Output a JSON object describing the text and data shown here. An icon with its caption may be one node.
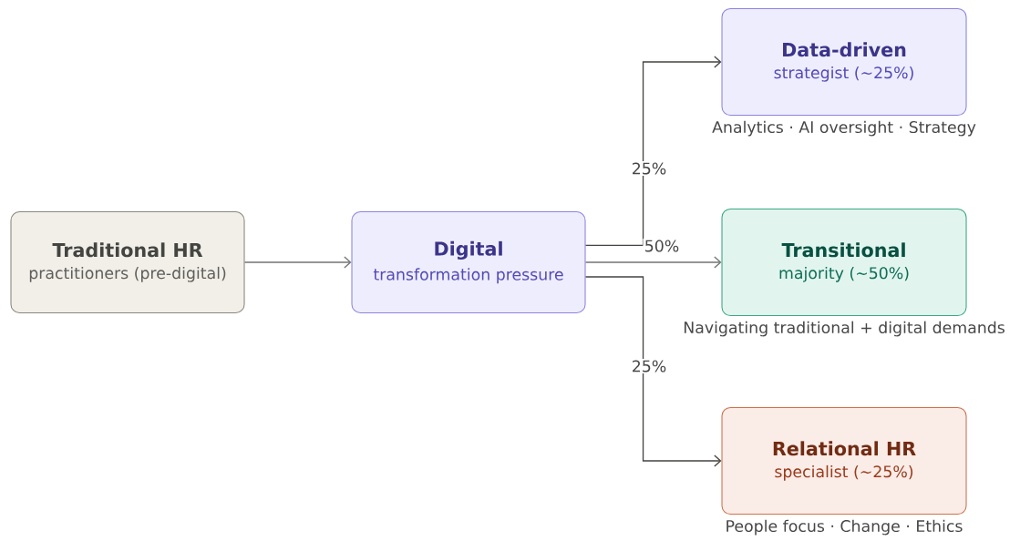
{
  "diagram": {
    "nodes": [
      {
        "text": [
          "Traditional HR",
          "practitioners (pre-digital)"
        ]
      },
      {
        "text": [
          "Digital",
          "transformation pressure"
        ]
      },
      {
        "text": [
          "Data-driven",
          "strategist (~25%)"
        ],
        "beside": [
          "Analytics · AI oversight · Strategy"
        ]
      },
      {
        "text": [
          "Transitional",
          "majority (~50%)"
        ],
        "beside": [
          "Navigating traditional + digital demands"
        ]
      },
      {
        "text": [
          "Relational HR",
          "specialist (~25%)"
        ],
        "beside": [
          "People focus · Change · Ethics"
        ]
      }
    ],
    "edges": [
      {
        "from": 0,
        "to": 1,
        "arrow": "to"
      },
      {
        "from": 1,
        "to": 2,
        "arrow": "to",
        "label": "25%",
        "color": "#444441"
      },
      {
        "from": 1,
        "to": 3,
        "arrow": "to",
        "label": "50%"
      },
      {
        "from": 1,
        "to": 4,
        "arrow": "to",
        "label": "25%",
        "color": "#444441"
      }
    ]
  }
}
